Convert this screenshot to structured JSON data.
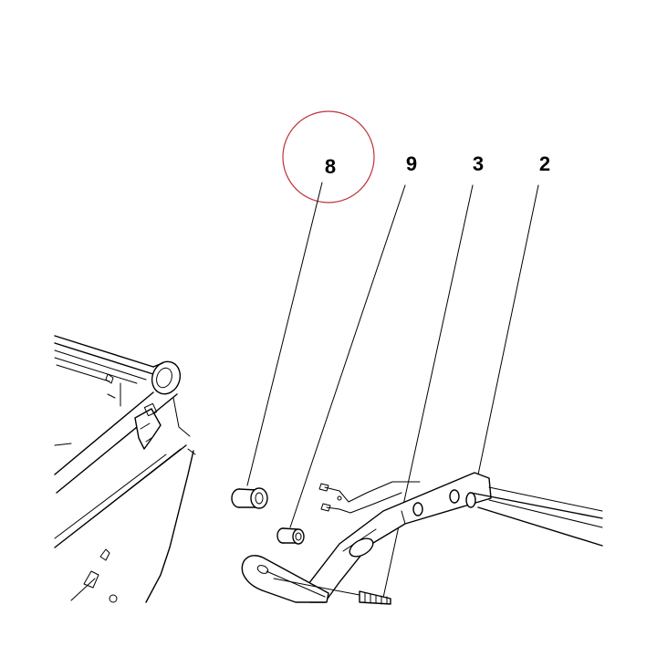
{
  "callouts": [
    {
      "id": "callout-8",
      "label": "8"
    },
    {
      "id": "callout-9",
      "label": "9"
    },
    {
      "id": "callout-3",
      "label": "3"
    },
    {
      "id": "callout-2",
      "label": "2"
    }
  ],
  "highlight_color": "#c0303a",
  "line_color": "#000000"
}
